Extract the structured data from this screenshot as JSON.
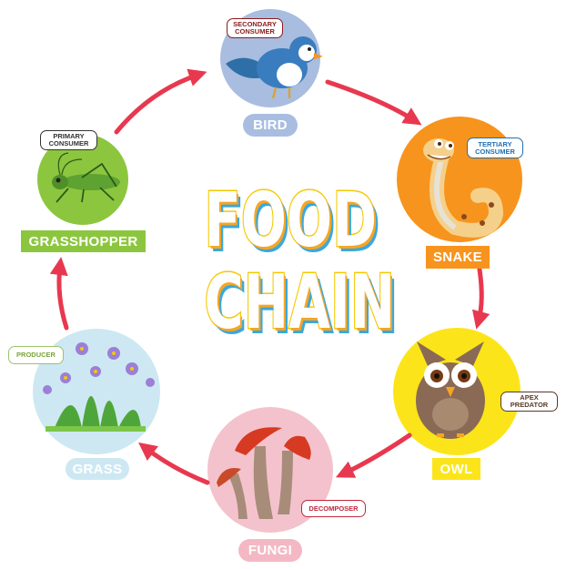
{
  "title": {
    "line1": "FOOD",
    "line2": "CHAIN"
  },
  "nodes": {
    "bird": {
      "name": "BIRD",
      "role": "SECONDARY CONSUMER",
      "circle_color": "#a9bde0",
      "label_color": "#a9bde0"
    },
    "snake": {
      "name": "SNAKE",
      "role": "TERTIARY CONSUMER",
      "circle_color": "#f7941d",
      "label_color": "#f7941d"
    },
    "owl": {
      "name": "OWL",
      "role": "APEX PREDATOR",
      "circle_color": "#fbe51a",
      "label_color": "#fbe51a"
    },
    "fungi": {
      "name": "FUNGI",
      "role": "DECOMPOSER",
      "circle_color": "#f4c2cc",
      "label_color": "#f4b8c4"
    },
    "grass": {
      "name": "GRASS",
      "role": "PRODUCER",
      "circle_color": "#cde8f2",
      "label_color": "#cde8f2"
    },
    "grasshopper": {
      "name": "GRASSHOPPER",
      "role": "PRIMARY CONSUMER",
      "circle_color": "#8cc63f",
      "label_color": "#8cc63f"
    }
  },
  "arrow_color": "#e8384f"
}
